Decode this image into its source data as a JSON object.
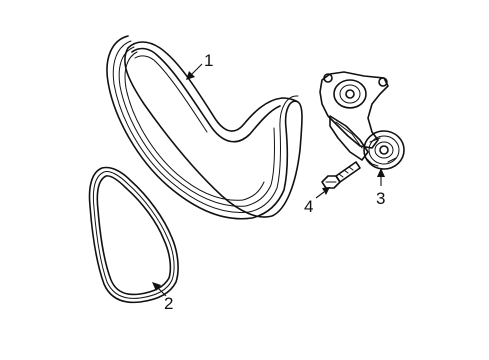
{
  "callouts": [
    {
      "id": "1",
      "text": "1",
      "part": "serpentine-belt-large"
    },
    {
      "id": "2",
      "text": "2",
      "part": "belt-small"
    },
    {
      "id": "3",
      "text": "3",
      "part": "belt-tensioner"
    },
    {
      "id": "4",
      "text": "4",
      "part": "tensioner-bolt"
    }
  ]
}
